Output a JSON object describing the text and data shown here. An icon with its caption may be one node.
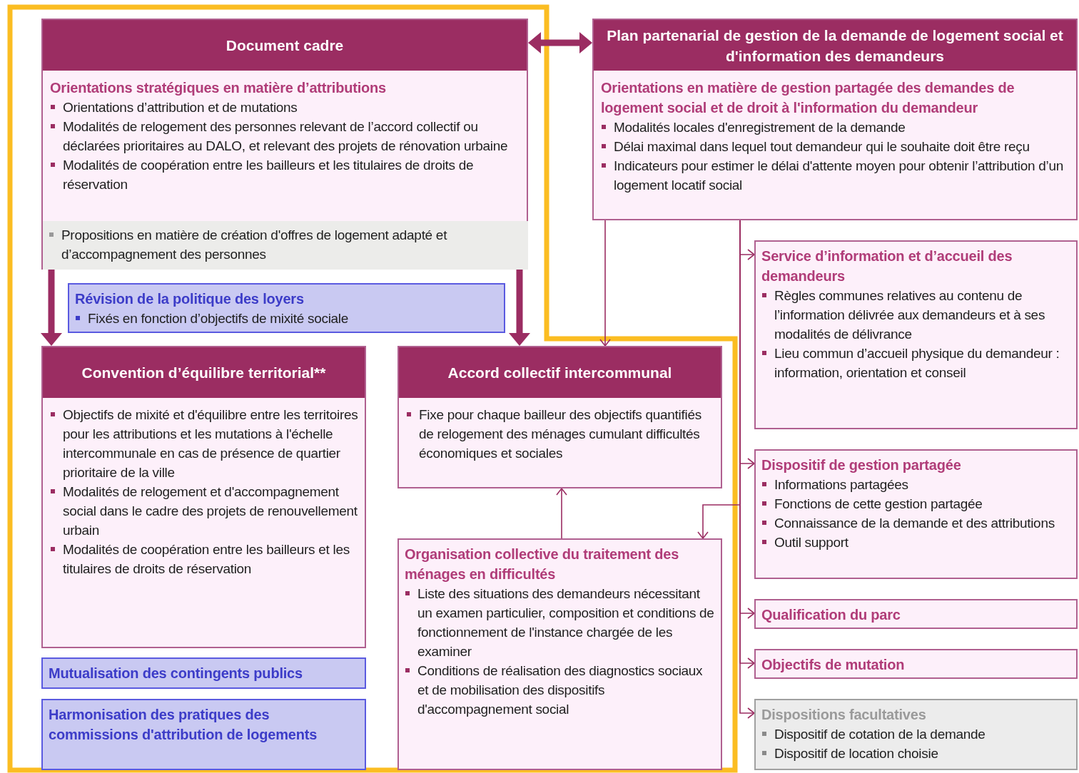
{
  "diagram": {
    "nodes": [
      {
        "text": [
          "Document cadre",
          "Orientations stratégiques en matière d’attributions",
          "Orientations d’attribution et de mutations",
          "Modalités de relogement des personnes relevant de l’accord collectif ou déclarées prioritaires au DALO, et relevant des projets de rénovation urbaine",
          "Modalités de coopération entre les bailleurs et les titulaires de droits de réservation"
        ]
      },
      {
        "text": [
          "Propositions en matière de création d'offres de logement adapté et d’accompagnement des personnes"
        ],
        "in": 0
      },
      {
        "text": [
          "Révision de la politique des loyers",
          "Fixés en fonction d’objectifs de mixité sociale"
        ]
      },
      {
        "text": [
          "Plan partenarial de gestion de la demande de logement social et d'information des demandeurs",
          "Orientations en matière de gestion partagée des demandes de logement social et de droit à l'information du demandeur",
          "Modalités locales d'enregistrement de la demande",
          "Délai maximal dans lequel tout demandeur qui le souhaite doit être reçu",
          "Indicateurs pour estimer le délai d'attente moyen pour obtenir l’attribution d’un logement locatif social"
        ]
      },
      {
        "text": [
          "Convention d’équilibre territorial**",
          "Objectifs de mixité et d'équilibre entre les territoires pour les attributions et les mutations à l'échelle intercommunale en cas de présence de quartier prioritaire de la ville",
          "Modalités de relogement et d'accompagnement social dans le cadre des projets de renouvellement urbain",
          "Modalités de coopération entre les bailleurs et les titulaires de droits de réservation"
        ]
      },
      {
        "text": [
          "Accord collectif intercommunal",
          "Fixe pour chaque bailleur des objectifs quantifiés de relogement des ménages cumulant difficultés économiques et sociales"
        ]
      },
      {
        "text": [
          "Service d’information et d’accueil des demandeurs",
          "Règles communes relatives au contenu de l’information délivrée aux demandeurs et à ses modalités de délivrance",
          "Lieu commun d’accueil physique du demandeur : information, orientation et conseil"
        ]
      },
      {
        "text": [
          "Mutualisation des contingents publics"
        ]
      },
      {
        "text": [
          "Harmonisation des pratiques des commissions d'attribution de logements"
        ]
      },
      {
        "text": [
          "Organisation collective du traitement des ménages en difficultés",
          "Liste des situations des demandeurs nécessitant un examen particulier, composition et conditions de fonctionnement de l'instance chargée de les examiner",
          "Conditions de réalisation des diagnostics sociaux et de mobilisation des dispositifs d'accompagnement social"
        ]
      },
      {
        "text": [
          "Dispositif de gestion partagée",
          "Informations partagées",
          "Fonctions de cette gestion partagée",
          "Connaissance de la demande et des attributions",
          "Outil support"
        ]
      },
      {
        "text": [
          "Qualification du parc"
        ]
      },
      {
        "text": [
          "Objectifs de mutation"
        ]
      },
      {
        "text": [
          "Dispositions facultatives",
          "Dispositif de cotation de la demande",
          "Dispositif de location choisie"
        ]
      }
    ],
    "edges": [
      {
        "from": 0,
        "to": 3,
        "arrow": "both",
        "style": "thick"
      },
      {
        "from": 0,
        "to": 4,
        "arrow": "to",
        "style": "thick"
      },
      {
        "from": 0,
        "to": 5,
        "arrow": "to",
        "style": "thick"
      },
      {
        "from": 3,
        "to": 5,
        "arrow": "to"
      },
      {
        "from": 3,
        "to": 6,
        "arrow": "to"
      },
      {
        "from": 3,
        "to": 10,
        "arrow": "to"
      },
      {
        "from": 3,
        "to": 9,
        "arrow": "to"
      },
      {
        "from": 3,
        "to": 11,
        "arrow": "to"
      },
      {
        "from": 3,
        "to": 12,
        "arrow": "to"
      },
      {
        "from": 3,
        "to": 13,
        "arrow": "to"
      },
      {
        "from": 9,
        "to": 5,
        "arrow": "to"
      }
    ]
  }
}
